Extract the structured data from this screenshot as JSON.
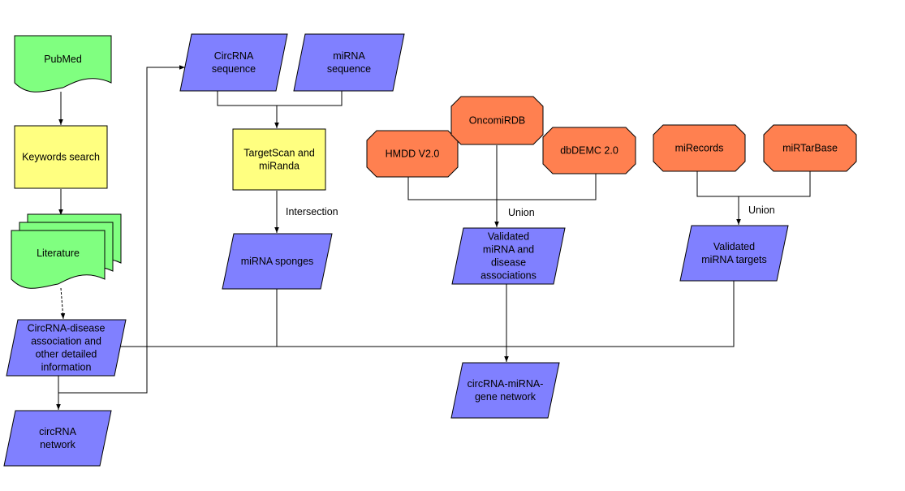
{
  "colors": {
    "green": "#80ff80",
    "yellow": "#ffff80",
    "purple": "#8080ff",
    "orange": "#ff8050",
    "line": "#000000",
    "background": "#ffffff"
  },
  "nodes": {
    "pubmed": {
      "shape": "document",
      "lines": [
        "PubMed"
      ]
    },
    "keywords": {
      "shape": "process",
      "lines": [
        "Keywords search"
      ]
    },
    "literature": {
      "shape": "multi-document",
      "lines": [
        "Literature"
      ]
    },
    "circ_disease": {
      "shape": "data",
      "lines": [
        "CircRNA-disease",
        "association and",
        "other detailed",
        "information"
      ]
    },
    "circ_network": {
      "shape": "data",
      "lines": [
        "circRNA",
        "network"
      ]
    },
    "circ_seq": {
      "shape": "data",
      "lines": [
        "CircRNA",
        "sequence"
      ]
    },
    "mirna_seq": {
      "shape": "data",
      "lines": [
        "miRNA",
        "sequence"
      ]
    },
    "targetscan": {
      "shape": "process",
      "lines": [
        "TargetScan and",
        "miRanda"
      ]
    },
    "sponges": {
      "shape": "data",
      "lines": [
        "miRNA sponges"
      ]
    },
    "hmdd": {
      "shape": "octagon",
      "lines": [
        "HMDD V2.0"
      ]
    },
    "oncomirdb": {
      "shape": "octagon",
      "lines": [
        "OncomiRDB"
      ]
    },
    "dbdemc": {
      "shape": "octagon",
      "lines": [
        "dbDEMC 2.0"
      ]
    },
    "validated_disease": {
      "shape": "data",
      "lines": [
        "Validated",
        "miRNA and",
        "disease",
        "associations"
      ]
    },
    "mirecords": {
      "shape": "octagon",
      "lines": [
        "miRecords"
      ]
    },
    "mirtarbase": {
      "shape": "octagon",
      "lines": [
        "miRTarBase"
      ]
    },
    "validated_targets": {
      "shape": "data",
      "lines": [
        "Validated",
        "miRNA targets"
      ]
    },
    "gene_network": {
      "shape": "data",
      "lines": [
        "circRNA-miRNA-",
        "gene network"
      ]
    }
  },
  "labels": {
    "intersection": "Intersection",
    "union_disease": "Union",
    "union_targets": "Union"
  }
}
